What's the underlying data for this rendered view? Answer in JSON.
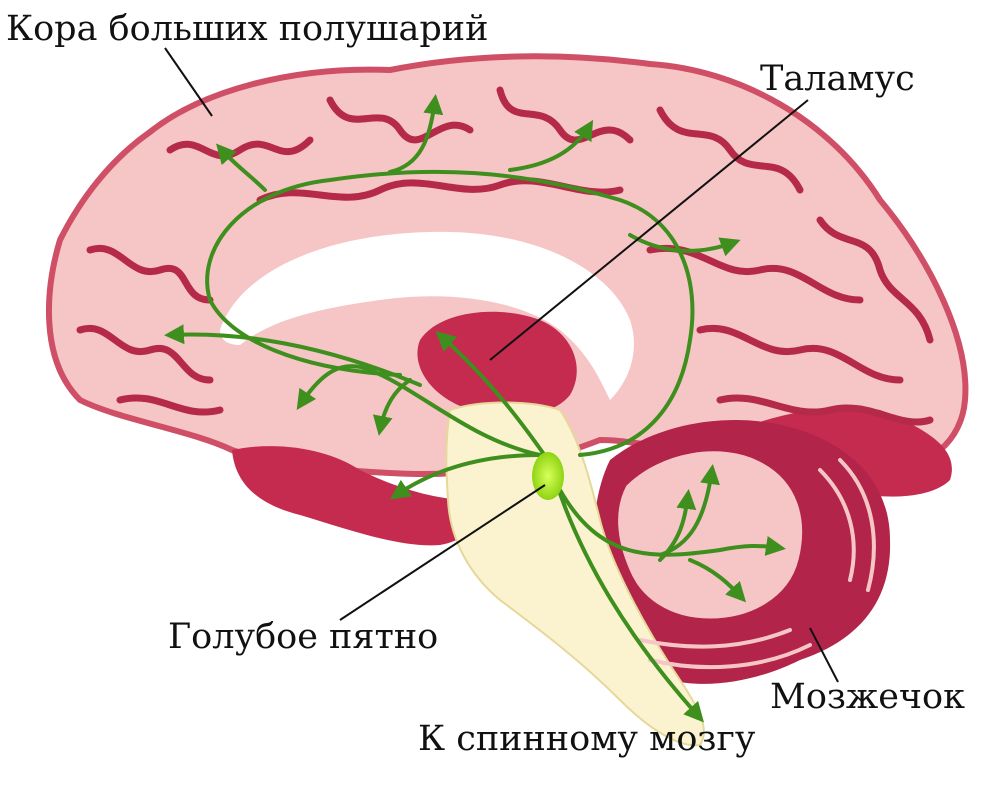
{
  "labels": {
    "cortex": "Кора больших полушарий",
    "thalamus": "Таламус",
    "locus_coeruleus": "Голубое пятно",
    "cerebellum": "Мозжечок",
    "spinal_cord": "К спинному мозгу"
  },
  "colors": {
    "cortex_fill": "#f6c6c6",
    "cortex_shadow": "#cf4f67",
    "sulcus": "#b52a48",
    "deep_fill": "#c42b4f",
    "corpus_callosum": "#ffffff",
    "brainstem": "#fbf3d0",
    "cerebellum_outer": "#b3244a",
    "cerebellum_inner": "#f6c6c6",
    "pathway": "#3f8f1e",
    "locus_spot": "#9ee017",
    "leader_line": "#111111"
  }
}
